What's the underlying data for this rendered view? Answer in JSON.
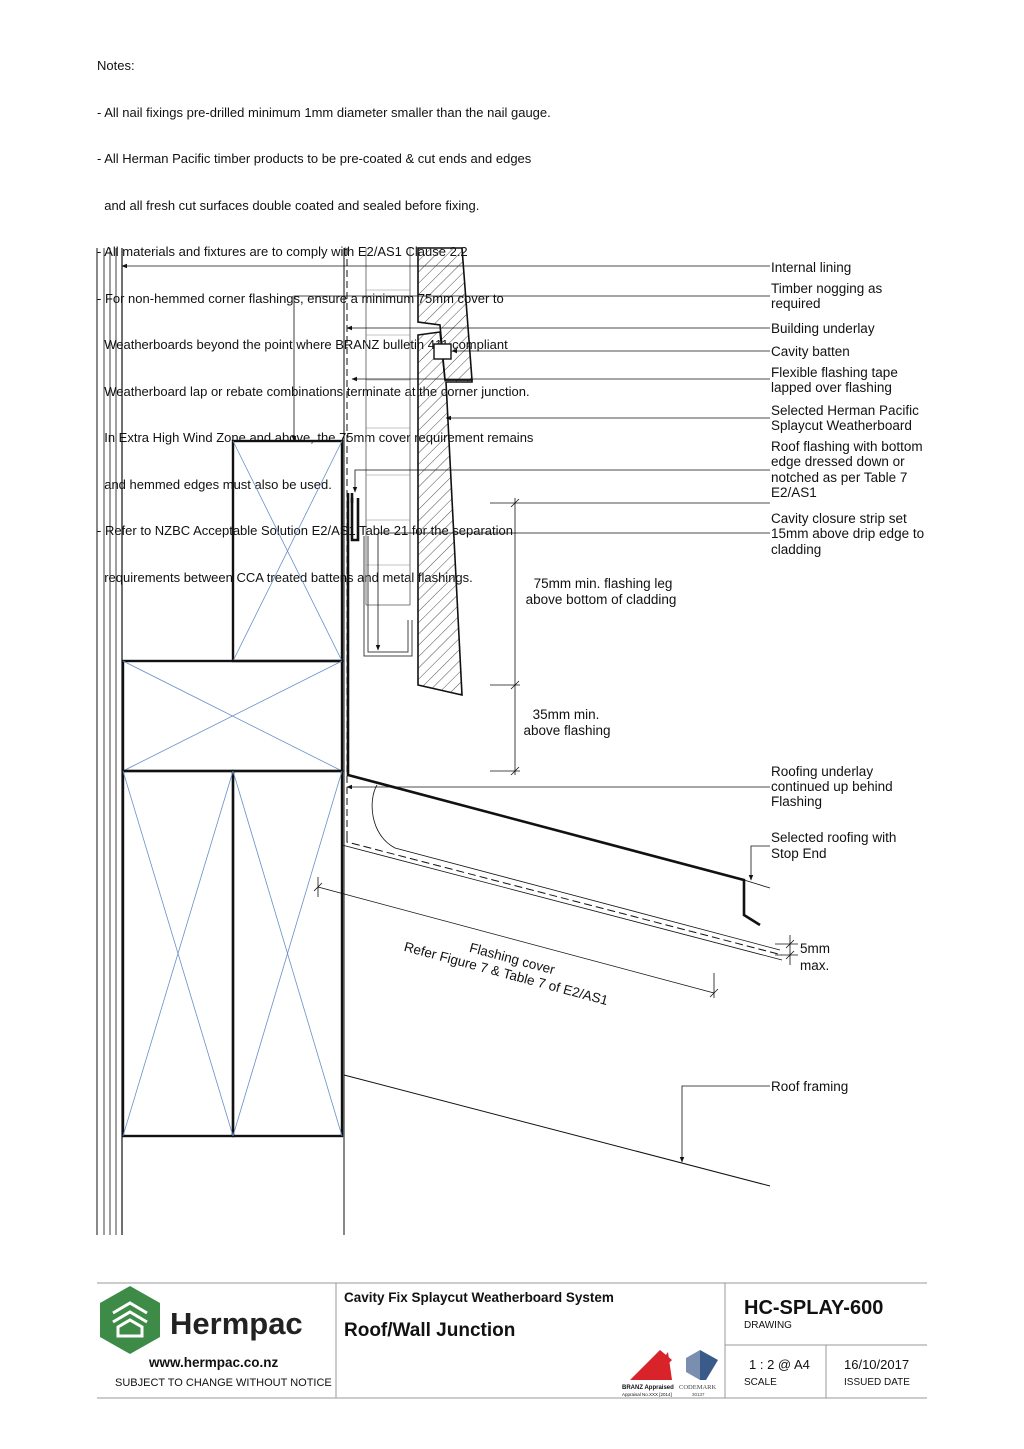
{
  "notes": {
    "heading": "Notes:",
    "lines": [
      "- All nail fixings pre-drilled minimum 1mm diameter smaller than the nail gauge.",
      "- All Herman Pacific timber products to be pre-coated & cut ends and edges",
      "  and all fresh cut surfaces double coated and sealed before fixing.",
      "- All materials and fixtures are to comply with E2/AS1 Clause 2.2",
      "- For non-hemmed corner flashings, ensure a minimum 75mm cover to",
      "  Weatherboards beyond the point where BRANZ bulletin 411 compliant",
      "  Weatherboard lap or rebate combinations terminate at the corner junction.",
      "  In Extra High Wind Zone and above, the 75mm cover requirement remains",
      "  and hemmed edges must also be used.",
      "- Refer to NZBC Acceptable Solution E2/AS1 Table 21 for the separation",
      "  requirements between CCA treated battens and metal flashings."
    ]
  },
  "labels": {
    "internal_lining": [
      "Internal lining"
    ],
    "timber_nogging": [
      "Timber nogging as",
      "required"
    ],
    "building_underlay": [
      "Building underlay"
    ],
    "cavity_batten": [
      "Cavity batten"
    ],
    "flexible_tape": [
      "Flexible flashing tape",
      "lapped over flashing"
    ],
    "weatherboard": [
      "Selected Herman Pacific",
      "Splaycut Weatherboard"
    ],
    "roof_flashing": [
      "Roof flashing with bottom",
      "edge dressed down or",
      "notched as per Table 7",
      "E2/AS1"
    ],
    "closure_strip": [
      "Cavity closure strip set",
      "15mm above drip edge to",
      "cladding"
    ],
    "roofing_underlay": [
      "Roofing underlay",
      "continued up behind",
      "Flashing"
    ],
    "selected_roofing": [
      "Selected roofing with",
      "Stop End"
    ],
    "roof_framing": [
      "Roof framing"
    ]
  },
  "dimensions": {
    "flashing_leg": [
      "75mm min. flashing leg",
      "above bottom of cladding"
    ],
    "above_flashing": [
      "35mm min.",
      "above flashing"
    ],
    "flashing_cover": [
      "Flashing cover",
      "Refer Figure 7 & Table 7 of E2/AS1"
    ],
    "gap": [
      "5mm",
      "max."
    ]
  },
  "title_block": {
    "brand": "Hermpac",
    "website": "www.hermpac.co.nz",
    "disclaimer": "SUBJECT TO CHANGE WITHOUT NOTICE",
    "system": "Cavity Fix Splaycut Weatherboard System",
    "title": "Roof/Wall Junction",
    "drawing_no": "HC-SPLAY-600",
    "drawing_caption": "DRAWING",
    "scale": "1 : 2 @ A4",
    "scale_caption": "SCALE",
    "date": "16/10/2017",
    "date_caption": "ISSUED DATE",
    "branz_text": "BRANZ Appraised",
    "branz_sub": "Appraisal No.XXX [2014]",
    "codemark_text": "CODEMARK",
    "codemark_sub": "30137"
  },
  "colors": {
    "brand_green": "#3d8b47",
    "framing_cross": "#6a8fc7",
    "branz_red": "#d8232a"
  }
}
